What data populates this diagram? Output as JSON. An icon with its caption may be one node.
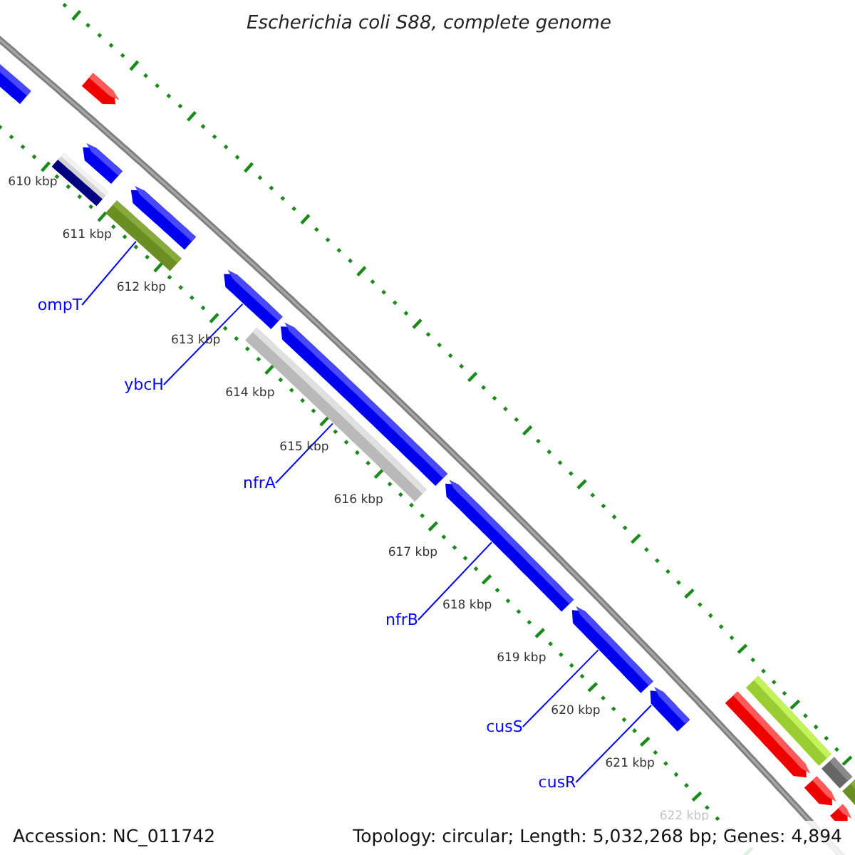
{
  "diagram": {
    "title": "Escherichia coli S88, complete genome",
    "nodes": [
      {
        "text": [
          "ompT"
        ]
      },
      {
        "text": [
          "ybcH"
        ]
      },
      {
        "text": [
          "nfrA"
        ]
      },
      {
        "text": [
          "nfrB"
        ]
      },
      {
        "text": [
          "cusS"
        ]
      },
      {
        "text": [
          "cusR"
        ]
      },
      {
        "text": [],
        "shape": "arrow"
      },
      {
        "text": [],
        "shape": "arrow"
      },
      {
        "text": [],
        "shape": "bar"
      },
      {
        "text": [],
        "shape": "arrow"
      },
      {
        "text": [],
        "shape": "bar"
      },
      {
        "text": [],
        "shape": "arrow"
      },
      {
        "text": [],
        "shape": "arrow"
      },
      {
        "text": [],
        "shape": "bar"
      },
      {
        "text": [],
        "shape": "arrow"
      },
      {
        "text": [],
        "shape": "arrow"
      },
      {
        "text": [],
        "shape": "arrow"
      },
      {
        "text": [],
        "shape": "arrow"
      },
      {
        "text": [],
        "shape": "arrow"
      },
      {
        "text": [],
        "shape": "bar"
      },
      {
        "text": [],
        "shape": "bar"
      },
      {
        "text": [],
        "shape": "arrow"
      },
      {
        "text": [],
        "shape": "bar"
      },
      {
        "text": [],
        "shape": "arrow"
      }
    ],
    "edges": [
      {
        "from": 0,
        "to": 10,
        "arrow": "none"
      },
      {
        "from": 1,
        "to": 12,
        "arrow": "none"
      },
      {
        "from": 2,
        "to": 13,
        "arrow": "none"
      },
      {
        "from": 3,
        "to": 15,
        "arrow": "none"
      },
      {
        "from": 4,
        "to": 16,
        "arrow": "none"
      },
      {
        "from": 5,
        "to": 17,
        "arrow": "none"
      }
    ],
    "labels": [
      "610 kbp",
      "611 kbp",
      "612 kbp",
      "613 kbp",
      "614 kbp",
      "615 kbp",
      "616 kbp",
      "617 kbp",
      "618 kbp",
      "619 kbp",
      "620 kbp",
      "621 kbp",
      "622 kbp",
      "Accession: NC_011742",
      "Topology: circular; Length: 5,032,268 bp; Genes: 4,894"
    ]
  }
}
